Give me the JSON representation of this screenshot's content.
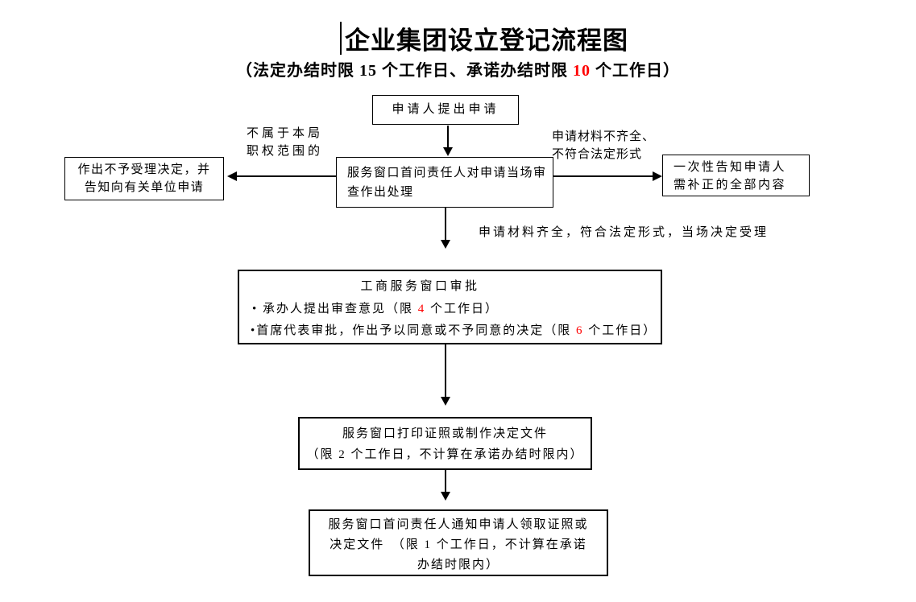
{
  "header": {
    "title": "企业集团设立登记流程图",
    "subtitle_before": "（法定办结时限 15 个工作日、承诺办结时限 ",
    "subtitle_red": "10",
    "subtitle_after": " 个工作日）"
  },
  "labels": {
    "not_in_scope_line1": "不属于本局",
    "not_in_scope_line2": "职权范围的",
    "incomplete_line1": "申请材料不齐全、",
    "incomplete_line2": "不符合法定形式",
    "complete": "申请材料齐全，符合法定形式，当场决定受理"
  },
  "boxes": {
    "apply": {
      "text": "申请人提出申请"
    },
    "window_review": {
      "line1": "服务窗口首问责任人对申请当场审",
      "line2": "查作出处理"
    },
    "reject": {
      "line1": "作出不予受理决定，并",
      "line2": "告知向有关单位申请"
    },
    "notify_correction": {
      "line1": "一次性告知申请人",
      "line2": "需补正的全部内容"
    },
    "approval": {
      "title": "工商服务窗口审批",
      "bullet1_before": "• 承办人提出审查意见（限 ",
      "bullet1_red": "4",
      "bullet1_after": " 个工作日）",
      "bullet2_before": "•首席代表审批，作出予以同意或不予同意的决定（限 ",
      "bullet2_red": "6",
      "bullet2_after": " 个工作日）"
    },
    "print": {
      "line1": "服务窗口打印证照或制作决定文件",
      "line2": "（限 2 个工作日，不计算在承诺办结时限内）"
    },
    "notify_pickup": {
      "line1": "服务窗口首问责任人通知申请人领取证照或",
      "line2": "决定文件　（限 1 个工作日，不计算在承诺",
      "line3": "办结时限内）"
    }
  },
  "colors": {
    "highlight": "#FF0000",
    "text": "#000000",
    "background": "#FFFFFF"
  }
}
